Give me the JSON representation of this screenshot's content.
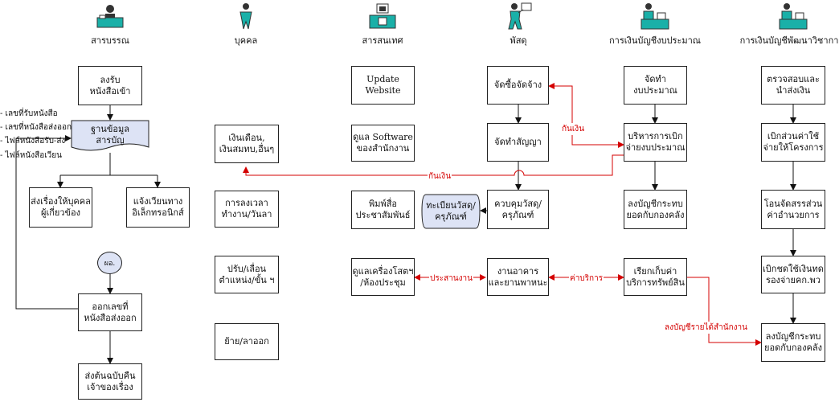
{
  "columns": {
    "c1": "สารบรรณ",
    "c2": "บุคคล",
    "c3": "สารสนเทศ",
    "c4": "พัสดุ",
    "c5": "การเงินบัญชีงบประมาณ",
    "c6": "การเงินบัญชีพัฒนาวิชาการ"
  },
  "boxes": {
    "receive": "ลงรับ\nหนังสือเข้า",
    "database": "ฐานข้อมูล\nสารบัญ",
    "send_person": "ส่งเรื่องให้บุคคล\nผู้เกี่ยวข้อง",
    "e_notice": "แจ้งเวียนทาง\nอิเล็กทรอนิกส์",
    "director": "ผอ.",
    "out_number": "ออกเลขที่\nหนังสือส่งออก",
    "return_doc": "ส่งต้นฉบับคืน\nเจ้าของเรื่อง",
    "salary": "เงินเดือน,\nเงินสมทบ,อื่นๆ",
    "leave": "การลงเวลา\nทำงาน/วันลา",
    "promote": "ปรับ/เลื่อน\nตำแหน่ง/ขั้น ฯ",
    "transfer": "ย้าย/ลาออก",
    "website": "Update Website",
    "software": "ดูแล Software\nของสำนักงาน",
    "publish": "พิมพ์สื่อ\nประชาสัมพันธ์",
    "av_room": "ดูแลเครื่องโสตฯ\n/ห้องประชุม",
    "procure": "จัดซื้อจัดจ้าง",
    "contract": "จัดทำสัญญา",
    "control": "ควบคุมวัสดุ/\nครุภัณฑ์",
    "register": "ทะเบียนวัสดุ/\nครุภัณฑ์",
    "building": "งานอาคาร\nและยานพาหนะ",
    "budget": "จัดทำ\nงบประมาณ",
    "manage_budget": "บริหารการเบิก\nจ่ายงบประมาณ",
    "ledger1": "ลงบัญชีกระทบ\nยอดกับกองคลัง",
    "fee": "เรียกเก็บค่า\nบริการทรัพย์สิน",
    "check": "ตรวจสอบและ\nนำส่งเงิน",
    "advance": "เบิกส่วนค่าใช้\nจ่ายให้โครงการ",
    "allocate": "โอนจัดสรรส่วน\nค่าอำนวยการ",
    "repay": "เบิกชดใช้เงินทด\nรองจ่ายคก.พว",
    "ledger2": "ลงบัญชีกระทบ\nยอดกับกองคลัง"
  },
  "notes": [
    "- เลขที่รับหนังสือ",
    "- เลขที่หนังสือส่งออก",
    "- ไฟล์หนังสือรับ-ส่ง",
    "- ไฟล์หนังสือเวียน"
  ],
  "red_labels": {
    "borrow1": "กันเงิน",
    "borrow2": "กันเงิน",
    "coordinate": "ประสานงาน",
    "service_fee": "ค่าบริการ",
    "income": "ลงบัญชีรายได้สำนักงาน"
  },
  "colors": {
    "red": "#d40000",
    "doc_fill": "#dde3f5",
    "icon_teal": "#1ab0a8"
  },
  "icons": [
    "office-desk-icon",
    "person-icon",
    "computer-desk-icon",
    "porter-icon",
    "accountant-icon",
    "accountant-icon"
  ]
}
